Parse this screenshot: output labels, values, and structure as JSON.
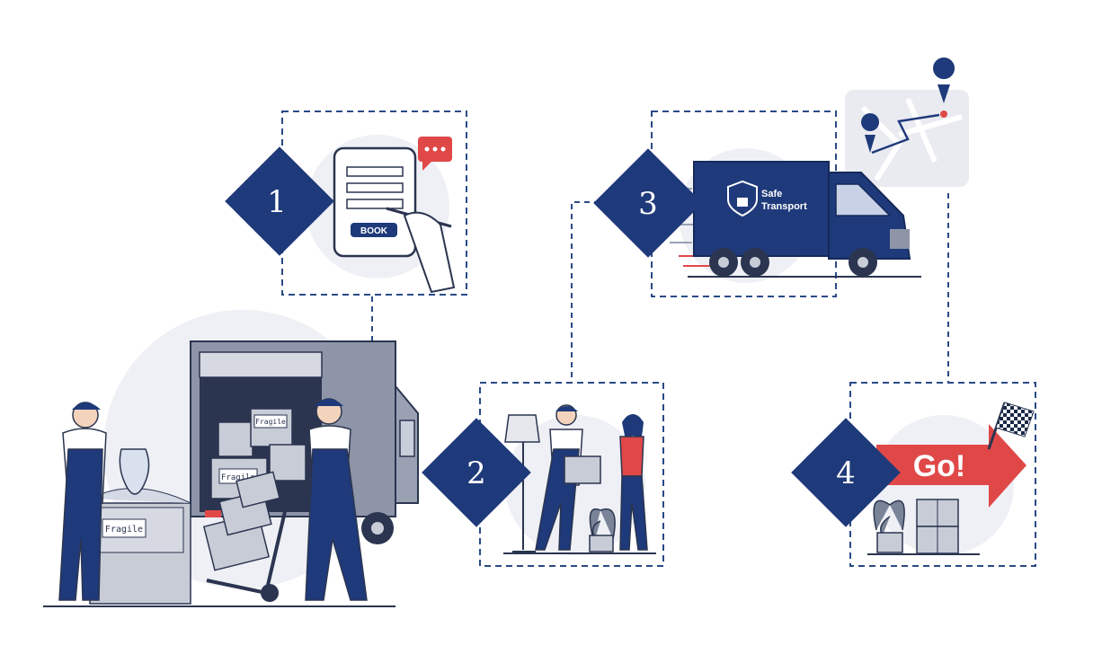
{
  "steps": [
    {
      "number": "1",
      "icon": "tablet-booking-icon"
    },
    {
      "number": "2",
      "icon": "packing-mover-icon"
    },
    {
      "number": "3",
      "icon": "delivery-truck-icon"
    },
    {
      "number": "4",
      "icon": "go-arrow-icon"
    }
  ],
  "labels": {
    "book_button": "BOOK",
    "truck_text_line1": "Safe",
    "truck_text_line2": "Transport",
    "go_text": "Go!",
    "fragile_1": "Fragile",
    "fragile_2": "Fragile",
    "fragile_3": "Fragile"
  },
  "colors": {
    "navy": "#1f3a7a",
    "dash": "#2a4a86",
    "red": "#e04848",
    "box": "#c8ccd6",
    "bg_circle": "#eef0f5"
  }
}
